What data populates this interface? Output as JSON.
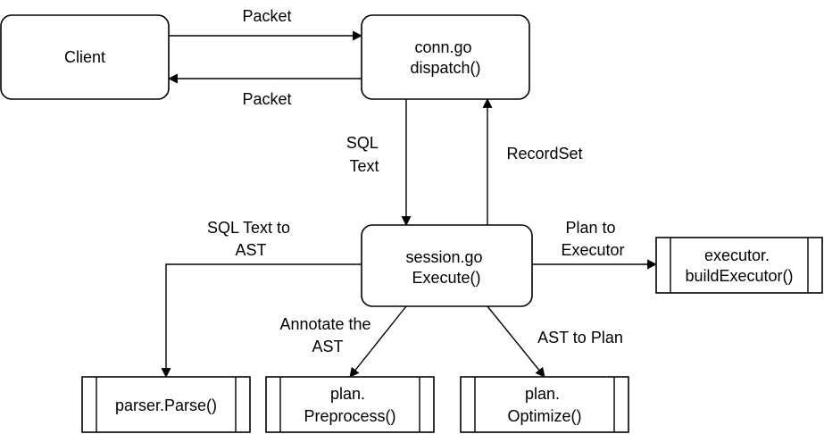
{
  "nodes": {
    "client": {
      "lines": [
        "Client"
      ]
    },
    "conn": {
      "lines": [
        "conn.go",
        "dispatch()"
      ]
    },
    "session": {
      "lines": [
        "session.go",
        "Execute()"
      ]
    },
    "executor": {
      "lines": [
        "executor.",
        "buildExecutor()"
      ]
    },
    "parser": {
      "lines": [
        "parser.Parse()"
      ]
    },
    "preprocess": {
      "lines": [
        "plan.",
        "Preprocess()"
      ]
    },
    "optimize": {
      "lines": [
        "plan.",
        "Optimize()"
      ]
    }
  },
  "edges": {
    "client_to_conn": {
      "lines": [
        "Packet"
      ]
    },
    "conn_to_client": {
      "lines": [
        "Packet"
      ]
    },
    "conn_to_session": {
      "lines": [
        "SQL",
        "Text"
      ]
    },
    "session_to_conn": {
      "lines": [
        "RecordSet"
      ]
    },
    "session_parser": {
      "lines": [
        "SQL Text to",
        "AST"
      ]
    },
    "session_executor": {
      "lines": [
        "Plan to",
        "Executor"
      ]
    },
    "session_preprocess": {
      "lines": [
        "Annotate the",
        "AST"
      ]
    },
    "session_optimize": {
      "lines": [
        "AST to Plan"
      ]
    }
  }
}
